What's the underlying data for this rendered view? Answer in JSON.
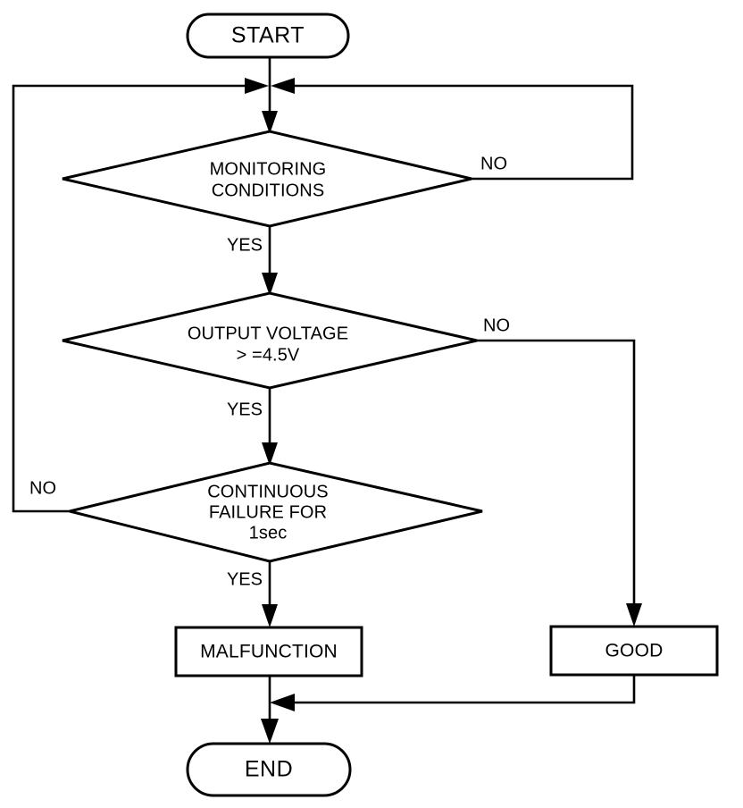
{
  "diagram": {
    "type": "flowchart",
    "title": "",
    "orientation": "top-to-bottom",
    "line_color": "#000000",
    "fill_color": "#ffffff",
    "background": "#ffffff"
  },
  "nodes": {
    "start": {
      "label": "START",
      "shape": "terminal-rounded"
    },
    "decision_monitoring": {
      "shape": "diamond",
      "line1": "MONITORING",
      "line2": "CONDITIONS"
    },
    "decision_voltage": {
      "shape": "diamond",
      "line1": "OUTPUT VOLTAGE",
      "line2": "> =4.5V"
    },
    "decision_continuous": {
      "shape": "diamond",
      "line1": "CONTINUOUS",
      "line2": "FAILURE FOR",
      "line3": "1sec"
    },
    "malfunction": {
      "label": "MALFUNCTION",
      "shape": "rectangle"
    },
    "good": {
      "label": "GOOD",
      "shape": "rectangle"
    },
    "end": {
      "label": "END",
      "shape": "terminal-rounded"
    }
  },
  "edge_labels": {
    "monitoring_no": "NO",
    "monitoring_yes": "YES",
    "voltage_no": "NO",
    "voltage_yes": "YES",
    "continuous_no": "NO",
    "continuous_yes": "YES"
  },
  "edges": [
    {
      "from": "start",
      "to": "junction",
      "label": ""
    },
    {
      "from": "junction",
      "to": "decision_monitoring",
      "label": ""
    },
    {
      "from": "decision_monitoring",
      "to": "junction",
      "label": "NO"
    },
    {
      "from": "decision_monitoring",
      "to": "decision_voltage",
      "label": "YES"
    },
    {
      "from": "decision_voltage",
      "to": "good",
      "label": "NO"
    },
    {
      "from": "decision_voltage",
      "to": "decision_continuous",
      "label": "YES"
    },
    {
      "from": "decision_continuous",
      "to": "junction",
      "label": "NO"
    },
    {
      "from": "decision_continuous",
      "to": "malfunction",
      "label": "YES"
    },
    {
      "from": "malfunction",
      "to": "end",
      "label": ""
    },
    {
      "from": "good",
      "to": "end",
      "label": ""
    }
  ]
}
